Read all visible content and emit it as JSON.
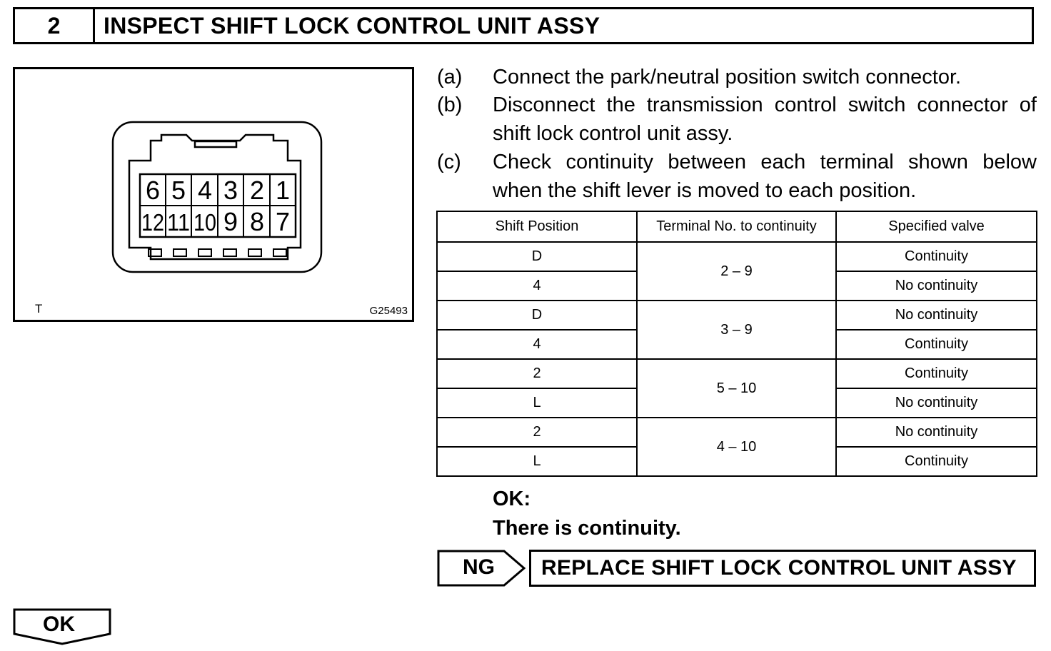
{
  "header": {
    "step_number": "2",
    "title": "INSPECT SHIFT LOCK CONTROL UNIT ASSY"
  },
  "figure": {
    "pins_top": [
      "6",
      "5",
      "4",
      "3",
      "2",
      "1"
    ],
    "pins_bottom": [
      "12",
      "11",
      "10",
      "9",
      "8",
      "7"
    ],
    "corner_label": "T",
    "figure_code": "G25493"
  },
  "steps": [
    {
      "label": "(a)",
      "text": "Connect the park/neutral position switch connector."
    },
    {
      "label": "(b)",
      "text": "Disconnect the transmission control switch connector of shift lock control unit assy."
    },
    {
      "label": "(c)",
      "text": "Check continuity between each terminal shown below when the shift lever is moved to each position."
    }
  ],
  "table": {
    "headers": [
      "Shift Position",
      "Terminal No. to continuity",
      "Specified valve"
    ],
    "groups": [
      {
        "terminal": "2 – 9",
        "rows": [
          {
            "position": "D",
            "value": "Continuity"
          },
          {
            "position": "4",
            "value": "No continuity"
          }
        ]
      },
      {
        "terminal": "3 – 9",
        "rows": [
          {
            "position": "D",
            "value": "No continuity"
          },
          {
            "position": "4",
            "value": "Continuity"
          }
        ]
      },
      {
        "terminal": "5 – 10",
        "rows": [
          {
            "position": "2",
            "value": "Continuity"
          },
          {
            "position": "L",
            "value": "No continuity"
          }
        ]
      },
      {
        "terminal": "4 – 10",
        "rows": [
          {
            "position": "2",
            "value": "No continuity"
          },
          {
            "position": "L",
            "value": "Continuity"
          }
        ]
      }
    ]
  },
  "result": {
    "ok_label": "OK:",
    "ok_text": "There is continuity."
  },
  "ng": {
    "label": "NG",
    "action": "REPLACE SHIFT LOCK CONTROL UNIT ASSY"
  },
  "ok_button": {
    "label": "OK"
  }
}
